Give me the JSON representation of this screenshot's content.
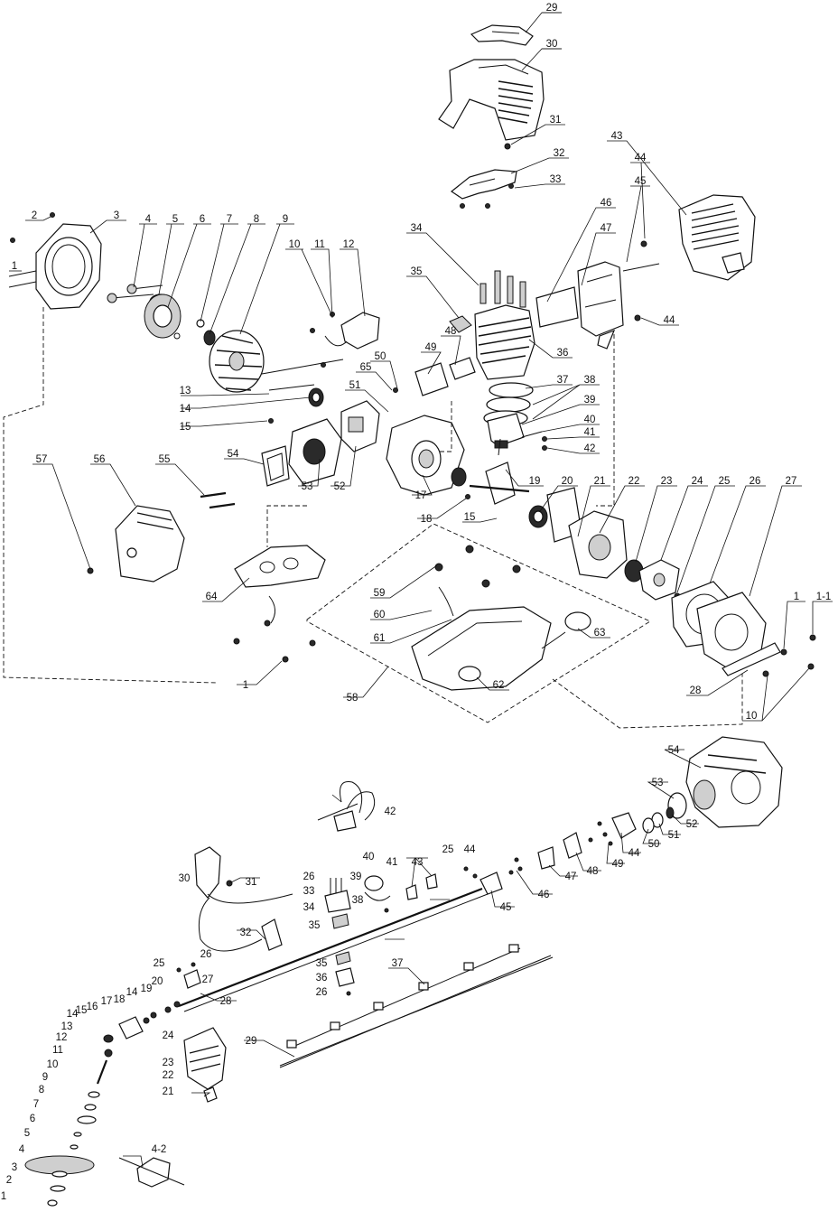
{
  "upper": {
    "callouts": [
      "29",
      "30",
      "31",
      "32",
      "33",
      "34",
      "35",
      "36",
      "37",
      "38",
      "39",
      "40",
      "41",
      "42",
      "43",
      "44",
      "44",
      "45",
      "46",
      "47",
      "48",
      "49",
      "50",
      "65",
      "51",
      "2",
      "3",
      "1",
      "4",
      "5",
      "6",
      "7",
      "8",
      "9",
      "10",
      "11",
      "12",
      "13",
      "14",
      "15",
      "57",
      "56",
      "55",
      "54",
      "53",
      "52",
      "17",
      "18",
      "19",
      "20",
      "15",
      "21",
      "22",
      "23",
      "24",
      "25",
      "26",
      "27",
      "1",
      "1-1",
      "28",
      "10",
      "64",
      "59",
      "60",
      "61",
      "63",
      "62",
      "58",
      "1"
    ]
  },
  "lower": {
    "callouts": [
      "54",
      "53",
      "52",
      "51",
      "50",
      "44",
      "49",
      "48",
      "47",
      "46",
      "45",
      "44",
      "25",
      "43",
      "41",
      "40",
      "39",
      "38",
      "26",
      "33",
      "34",
      "35",
      "42",
      "30",
      "31",
      "32",
      "35",
      "36",
      "26",
      "37",
      "25",
      "26",
      "27",
      "28",
      "19",
      "20",
      "14",
      "18",
      "17",
      "16",
      "15",
      "14",
      "13",
      "12",
      "11",
      "10",
      "9",
      "8",
      "7",
      "6",
      "5",
      "4",
      "3",
      "2",
      "1",
      "24",
      "23",
      "22",
      "21",
      "29",
      "4-2"
    ]
  }
}
